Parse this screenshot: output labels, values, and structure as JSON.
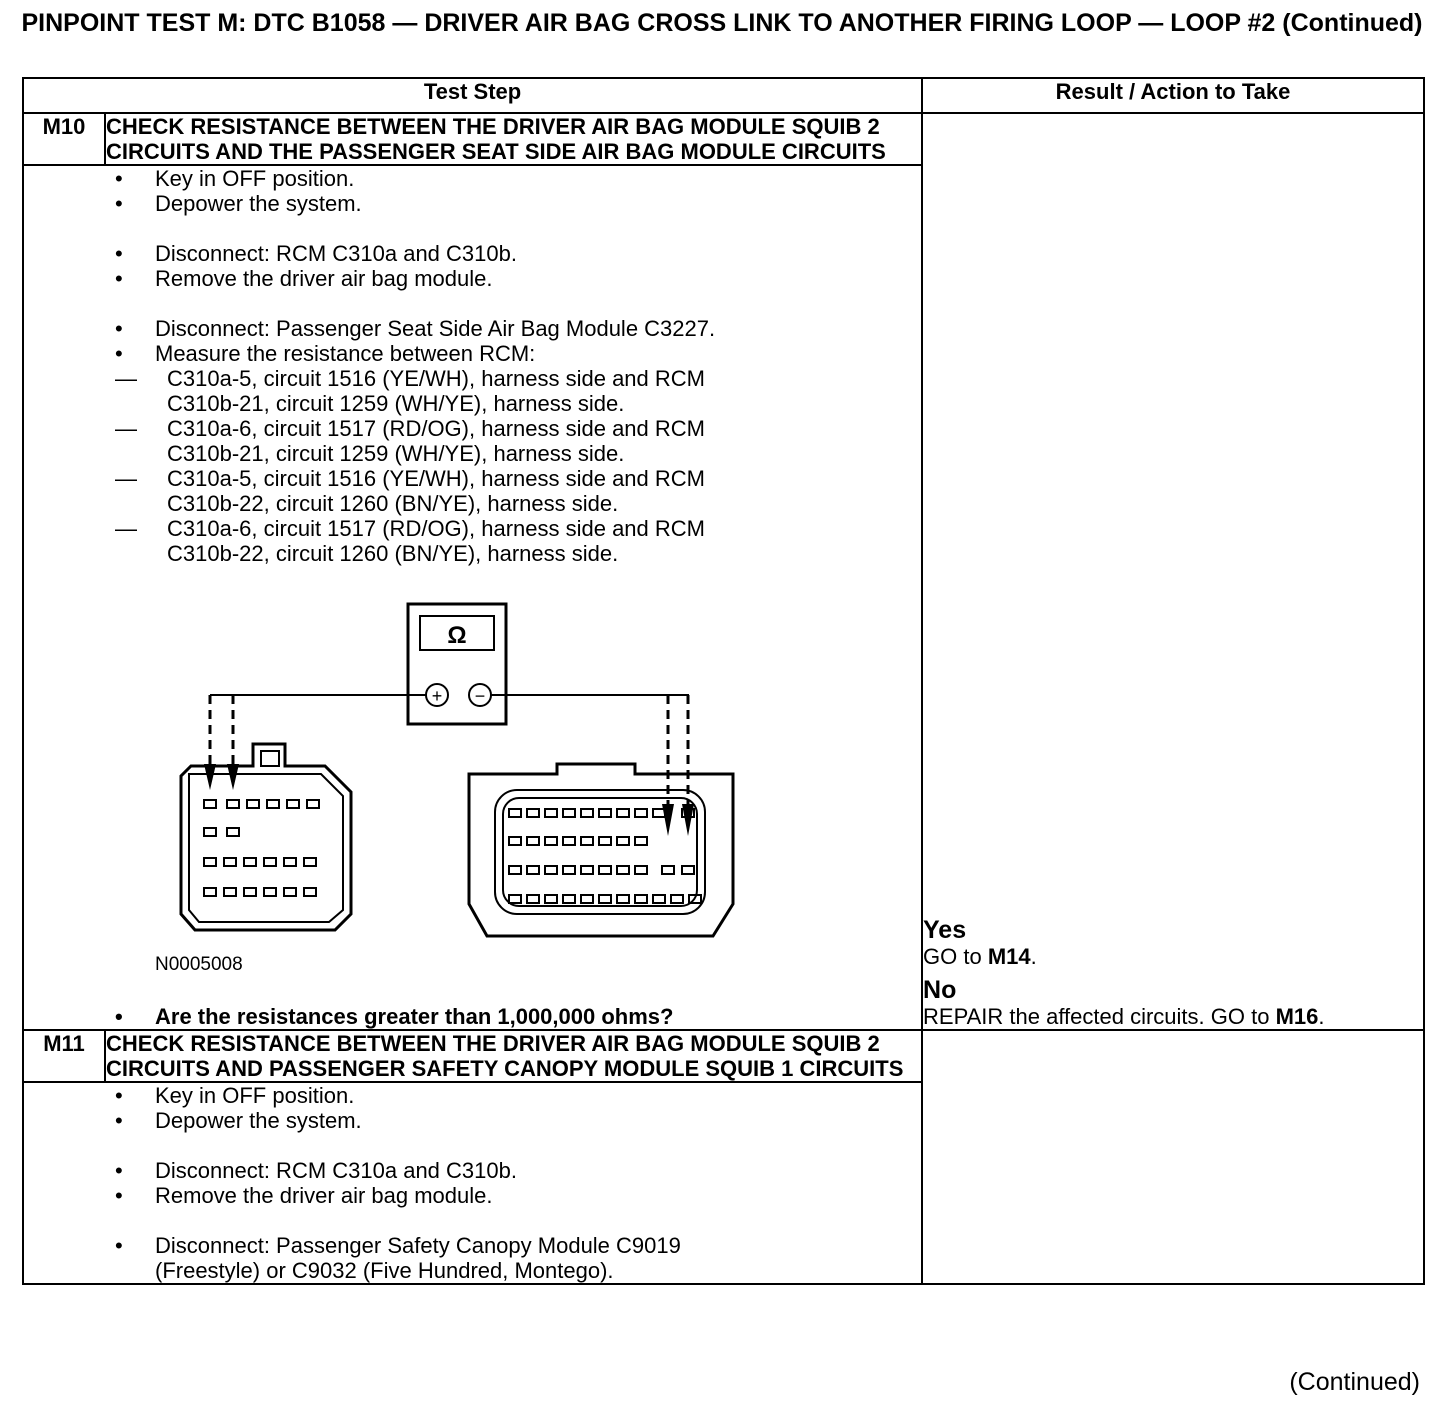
{
  "title": "PINPOINT TEST  M: DTC B1058 — DRIVER AIR BAG CROSS LINK TO ANOTHER FIRING LOOP — LOOP #2 (Continued)",
  "columns": {
    "step": "Test Step",
    "result": "Result / Action to Take"
  },
  "steps": [
    {
      "id": "M10",
      "title": "CHECK RESISTANCE BETWEEN THE DRIVER AIR BAG MODULE SQUIB 2 CIRCUITS AND THE PASSENGER SEAT SIDE AIR BAG MODULE CIRCUITS",
      "bullets": [
        "Key in OFF position.",
        "Depower the system.",
        "Disconnect: RCM C310a and C310b.",
        "Remove the driver air bag module.",
        "Disconnect: Passenger Seat Side Air Bag Module C3227.",
        "Measure the resistance between RCM:"
      ],
      "dashes": [
        [
          "C310a-5, circuit 1516 (YE/WH), harness side and RCM",
          "C310b-21, circuit 1259 (WH/YE), harness side."
        ],
        [
          "C310a-6, circuit 1517 (RD/OG), harness side and RCM",
          "C310b-21, circuit 1259 (WH/YE), harness side."
        ],
        [
          "C310a-5, circuit 1516 (YE/WH), harness side and RCM",
          "C310b-22, circuit 1260 (BN/YE), harness side."
        ],
        [
          "C310a-6, circuit 1517 (RD/OG), harness side and RCM",
          "C310b-22, circuit 1260 (BN/YE), harness side."
        ]
      ],
      "figure": {
        "meter_symbol": "Ω",
        "plus": "+",
        "minus": "−",
        "id": "N0005008"
      },
      "question": "Are the resistances greater than 1,000,000 ohms?",
      "yes_label": "Yes",
      "yes_pre": "GO to ",
      "yes_target": "M14",
      "yes_post": ".",
      "no_label": "No",
      "no_pre": "REPAIR the affected circuits. GO to ",
      "no_target": "M16",
      "no_post": "."
    },
    {
      "id": "M11",
      "title": "CHECK RESISTANCE BETWEEN THE DRIVER AIR BAG MODULE SQUIB 2 CIRCUITS AND PASSENGER SAFETY CANOPY MODULE SQUIB 1 CIRCUITS",
      "bullets": [
        "Key in OFF position.",
        "Depower the system.",
        "Disconnect: RCM C310a and C310b.",
        "Remove the driver air bag module.",
        "Disconnect: Passenger Safety Canopy Module C9019",
        "(Freestyle) or C9032 (Five Hundred, Montego)."
      ]
    }
  ],
  "footer": "(Continued)"
}
